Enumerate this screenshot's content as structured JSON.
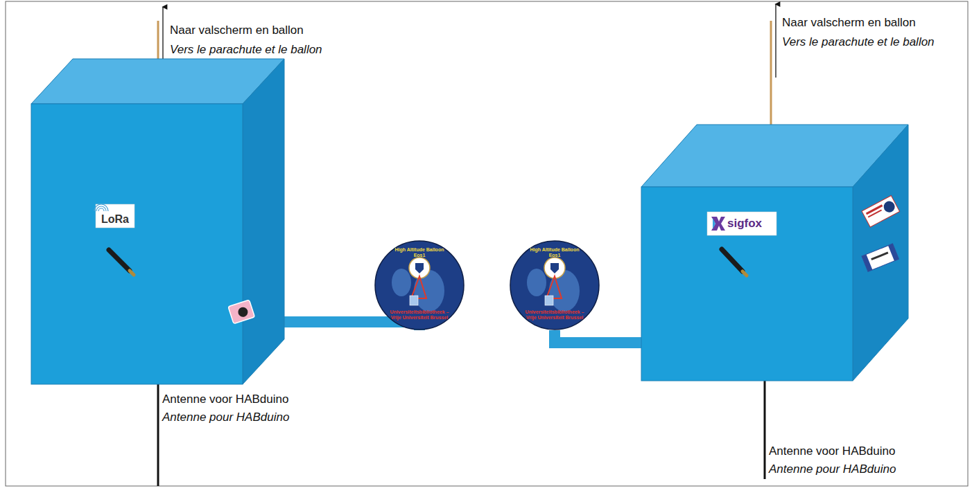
{
  "diagram": {
    "nodes": [
      {
        "text": [
          "LoRa"
        ]
      },
      {
        "text": [
          "High Altitude Balloon Eos1",
          "Universiteitsbibliotheek – Vrije Universiteit Brussel"
        ]
      },
      {
        "text": [
          "High Altitude Balloon Eos1",
          "Universiteitsbibliotheek – Vrije Universiteit Brussel"
        ]
      },
      {
        "text": [
          "sigfox"
        ]
      }
    ],
    "edges": [
      {
        "from": 0,
        "to": 1,
        "arrow": "none"
      },
      {
        "from": 3,
        "to": 2,
        "arrow": "none"
      }
    ],
    "labels": [
      "Naar valscherm en ballon",
      "Vers le parachute et le ballon",
      "Antenne voor HABduino",
      "Antenne pour HABduino",
      "Naar valscherm en ballon",
      "Vers le parachute et le ballon",
      "Antenne voor HABduino",
      "Antenne pour HABduino"
    ]
  }
}
